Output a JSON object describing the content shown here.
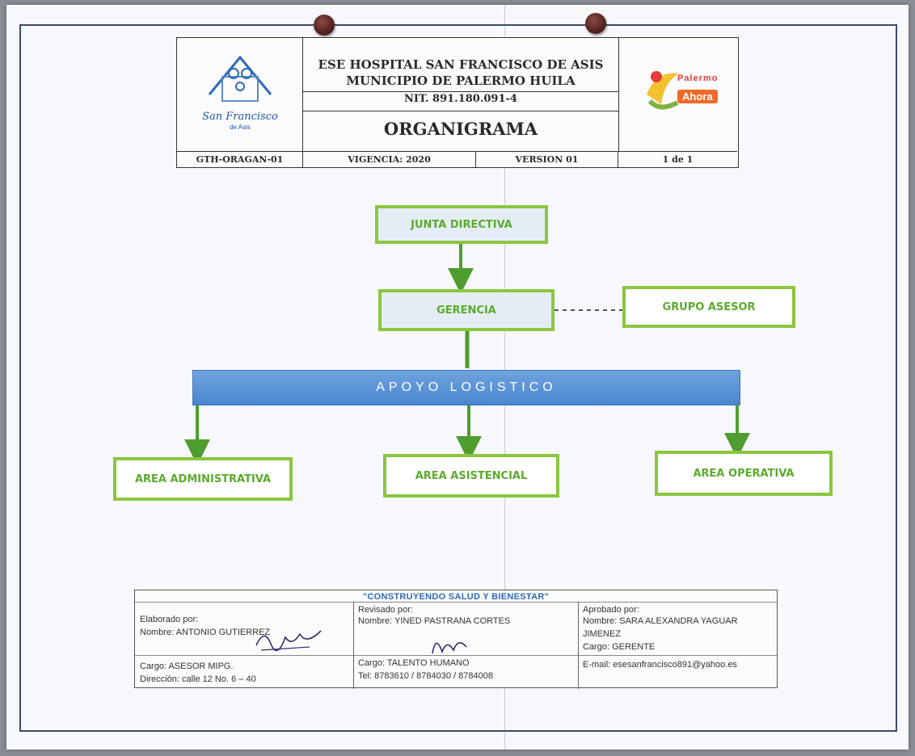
{
  "header": {
    "logo_name": "San Francisco",
    "logo_sub": "de Asis",
    "hospital_line1": "ESE HOSPITAL SAN FRANCISCO DE ASIS",
    "hospital_line2": "MUNICIPIO DE PALERMO HUILA",
    "nit": "NIT. 891.180.091-4",
    "document_title": "ORGANIGRAMA",
    "right_logo_line1": "Palermo",
    "right_logo_line2": "Ahora",
    "code": "GTH-ORAGAN-01",
    "vigencia": "VIGENCIA: 2020",
    "version": "VERSION 01",
    "page": "1 de 1"
  },
  "org_chart": {
    "junta": "JUNTA DIRECTIVA",
    "gerencia": "GERENCIA",
    "grupo_asesor": "GRUPO  ASESOR",
    "apoyo": "APOYO LOGISTICO",
    "areas": [
      "AREA ADMINISTRATIVA",
      "AREA ASISTENCIAL",
      "AREA OPERATIVA"
    ]
  },
  "signatures": {
    "slogan": "\"CONSTRUYENDO SALUD Y BIENESTAR\"",
    "elaborado_label": "Elaborado por:",
    "elaborado_nombre": "Nombre: ANTONIO GUTIERREZ",
    "elaborado_cargo": "Cargo: ASESOR MIPG.",
    "direccion": "Dirección: calle 12 No. 6 – 40",
    "revisado_label": "Revisado por:",
    "revisado_nombre": "Nombre: YINED PASTRANA CORTES",
    "revisado_cargo": "Cargo: TALENTO HUMANO",
    "telefono": "Tel: 8783610 / 8784030 / 8784008",
    "aprobado_label": "Aprobado por:",
    "aprobado_nombre_1": "Nombre: SARA ALEXANDRA YAGUAR",
    "aprobado_nombre_2": "JIMENEZ",
    "aprobado_cargo": "Cargo: GERENTE",
    "email": "E-mail: esesanfrancisco891@yahoo.es"
  },
  "colors": {
    "box_border": "#8bc63f",
    "box_text": "#5bab2b",
    "box_fill": "#e4edf6",
    "bar_blue": "#4a86cf",
    "arrow_green": "#4f9d2e"
  }
}
